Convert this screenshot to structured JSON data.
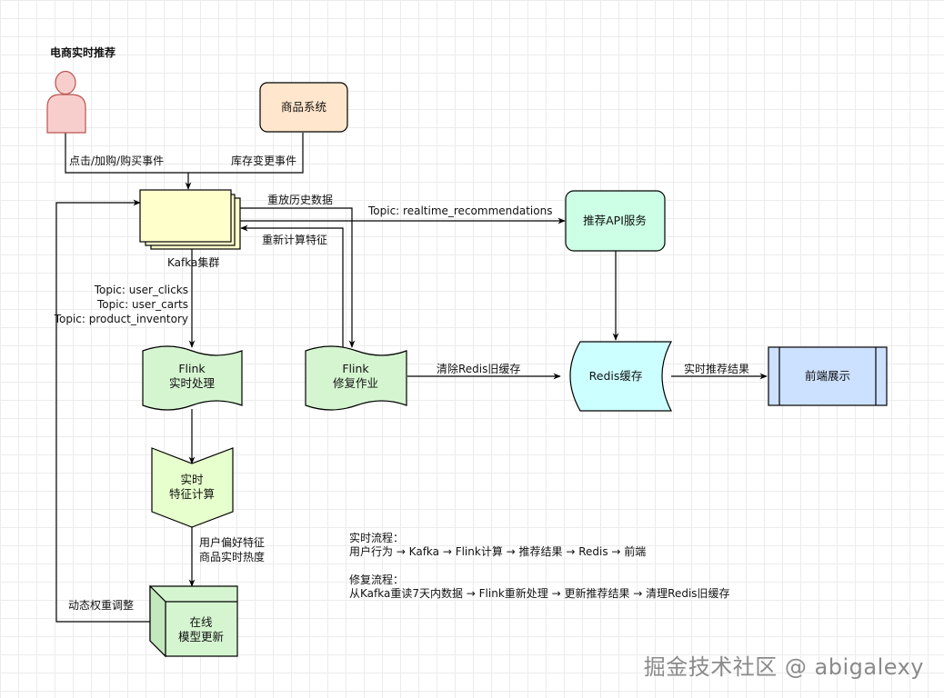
{
  "title": "电商实时推荐",
  "nodes": {
    "user": "",
    "product_system": "商品系统",
    "kafka": "Kafka集群",
    "flink_realtime": [
      "Flink",
      "实时处理"
    ],
    "flink_repair": [
      "Flink",
      "修复作业"
    ],
    "feature_calc": [
      "实时",
      "特征计算"
    ],
    "online_model": [
      "在线",
      "模型更新"
    ],
    "recommend_api": "推荐API服务",
    "redis_cache": "Redis缓存",
    "frontend": "前端展示"
  },
  "edges": {
    "user_events": "点击/加购/购买事件",
    "inventory_events": "库存变更事件",
    "replay_history": "重放历史数据",
    "recalc_features": "重新计算特征",
    "topic_realtime_recs": "Topic: realtime_recommendations",
    "topics_in": [
      "Topic: user_clicks",
      "Topic: user_carts",
      "Topic: product_inventory"
    ],
    "clear_redis": "清除Redis旧缓存",
    "realtime_results": "实时推荐结果",
    "feature_outputs": [
      "用户偏好特征",
      "商品实时热度"
    ],
    "dynamic_weight": "动态权重调整"
  },
  "notes": {
    "realtime_title": "实时流程：",
    "realtime_flow": "用户行为 → Kafka → Flink计算 → 推荐结果 → Redis → 前端",
    "repair_title": "修复流程：",
    "repair_flow": "从Kafka重读7天内数据 → Flink重新处理 → 更新推荐结果 → 清理Redis旧缓存"
  },
  "watermark": "掘金技术社区 @ abigalexy",
  "colors": {
    "user_fill": "#f8cecc",
    "user_stroke": "#b85450",
    "product_fill": "#ffe6cc",
    "product_stroke": "#d79b00",
    "kafka_fill": "#ffffcc",
    "flink_fill": "#d5f5d0",
    "feature_fill": "#e6ffcc",
    "api_fill": "#ccffe6",
    "redis_fill": "#ccffff",
    "frontend_fill": "#cce0ff"
  }
}
